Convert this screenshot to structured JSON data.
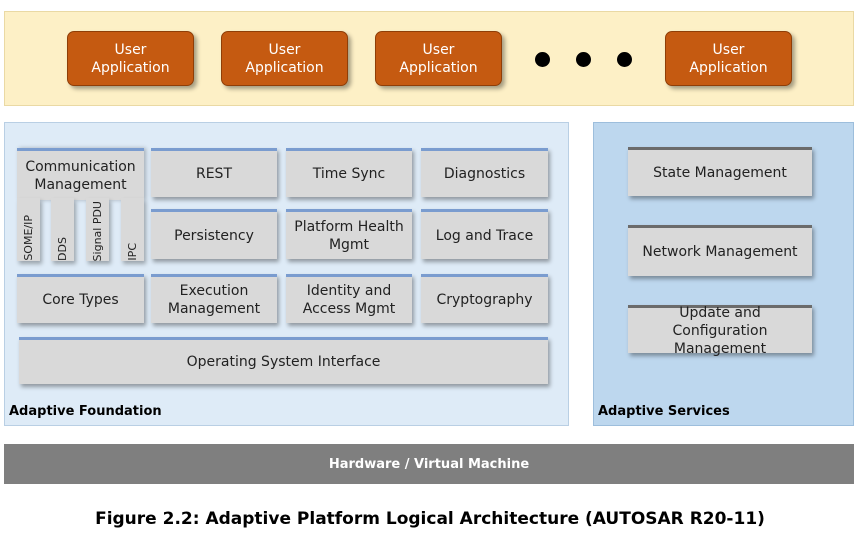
{
  "user_applications": [
    "User\nApplication",
    "User\nApplication",
    "User\nApplication",
    "User\nApplication"
  ],
  "foundation": {
    "label": "Adaptive Foundation",
    "communication": {
      "title": "Communication Management",
      "protocols": [
        "SOME/IP",
        "DDS",
        "Signal PDU",
        "IPC"
      ]
    },
    "row1": [
      "REST",
      "Time Sync",
      "Diagnostics"
    ],
    "row2": [
      "Persistency",
      "Platform Health Mgmt",
      "Log and Trace"
    ],
    "row3": [
      "Core Types",
      "Execution Management",
      "Identity and Access Mgmt",
      "Cryptography"
    ],
    "os_interface": "Operating System Interface"
  },
  "services": {
    "label": "Adaptive Services",
    "items": [
      "State Management",
      "Network Management",
      "Update and Configuration Management"
    ]
  },
  "hardware": "Hardware / Virtual Machine",
  "caption": "Figure 2.2: Adaptive Platform Logical Architecture (AUTOSAR R20-11)"
}
